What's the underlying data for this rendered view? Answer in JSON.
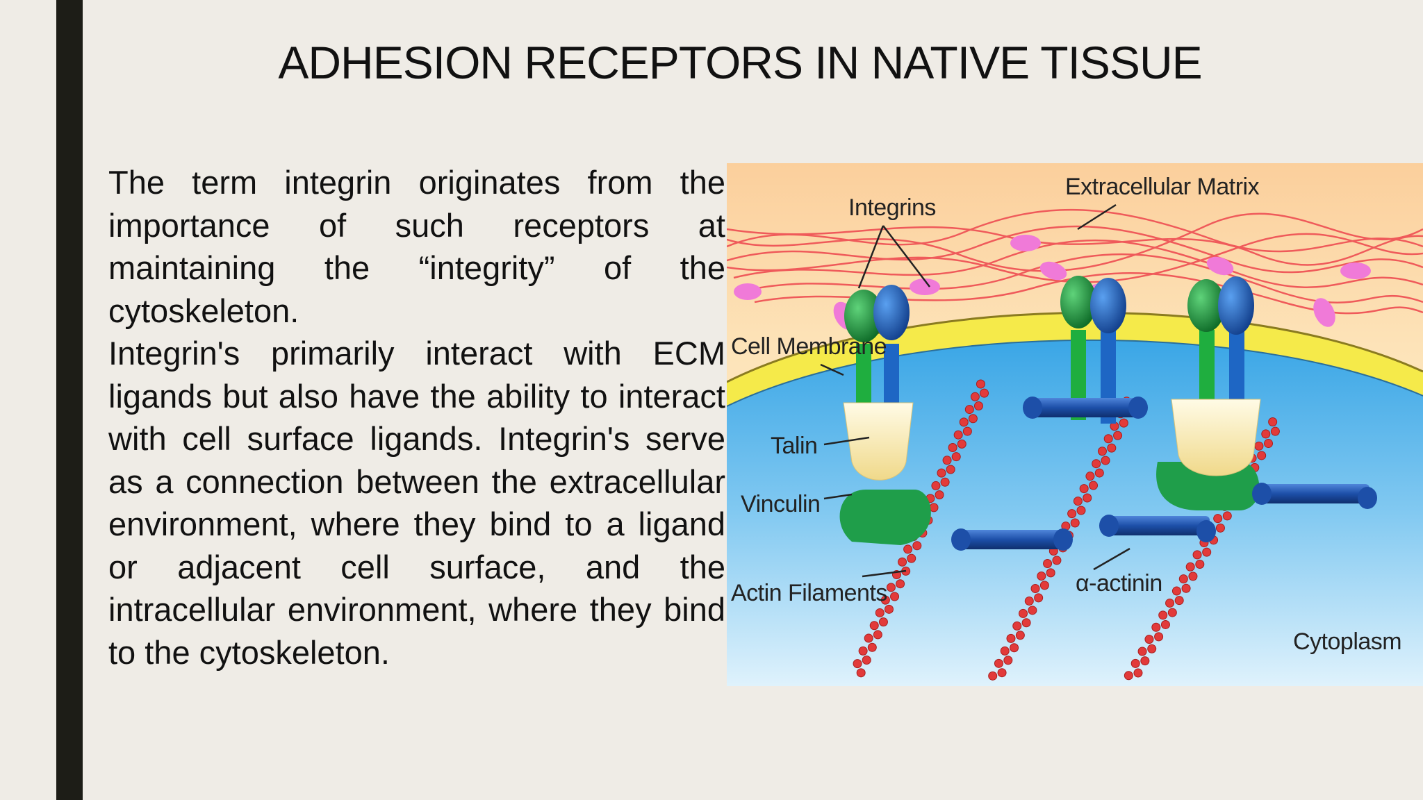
{
  "slide": {
    "title": "ADHESION RECEPTORS IN NATIVE TISSUE",
    "paragraphs": [
      "The term integrin originates from the importance of such receptors at maintaining the “integrity” of the cytoskeleton.",
      "Integrin's primarily interact with ECM ligands but also have the ability to interact with cell surface ligands. Integrin's serve as a connection between the extracellular environment, where they bind to a ligand or adjacent cell surface, and the intracellular environment, where they bind to the cytoskeleton."
    ]
  },
  "figure": {
    "labels": {
      "integrins": "Integrins",
      "extracellular_matrix": "Extracellular Matrix",
      "cell_membrane": "Cell Membrane",
      "talin": "Talin",
      "vinculin": "Vinculin",
      "actin_filaments": "Actin Filaments",
      "alpha_actinin": "α-actinin",
      "cytoplasm": "Cytoplasm"
    },
    "colors": {
      "background_bg": "#efece6",
      "side_bar": "#1d1d17",
      "ecm_top": "#f9c79a",
      "membrane": "#f5ea4a",
      "cytoplasm": "#7fc8ee",
      "integrin_alpha": "#1e8f3a",
      "integrin_beta": "#1e5fb8",
      "talin": "#f8f0c4",
      "vinculin": "#1f9e4a",
      "actin": "#e23a3a",
      "alpha_actinin": "#1d4fa8",
      "ecm_fiber": "#ef5a5a",
      "ecm_ligand": "#f07ad8"
    }
  }
}
